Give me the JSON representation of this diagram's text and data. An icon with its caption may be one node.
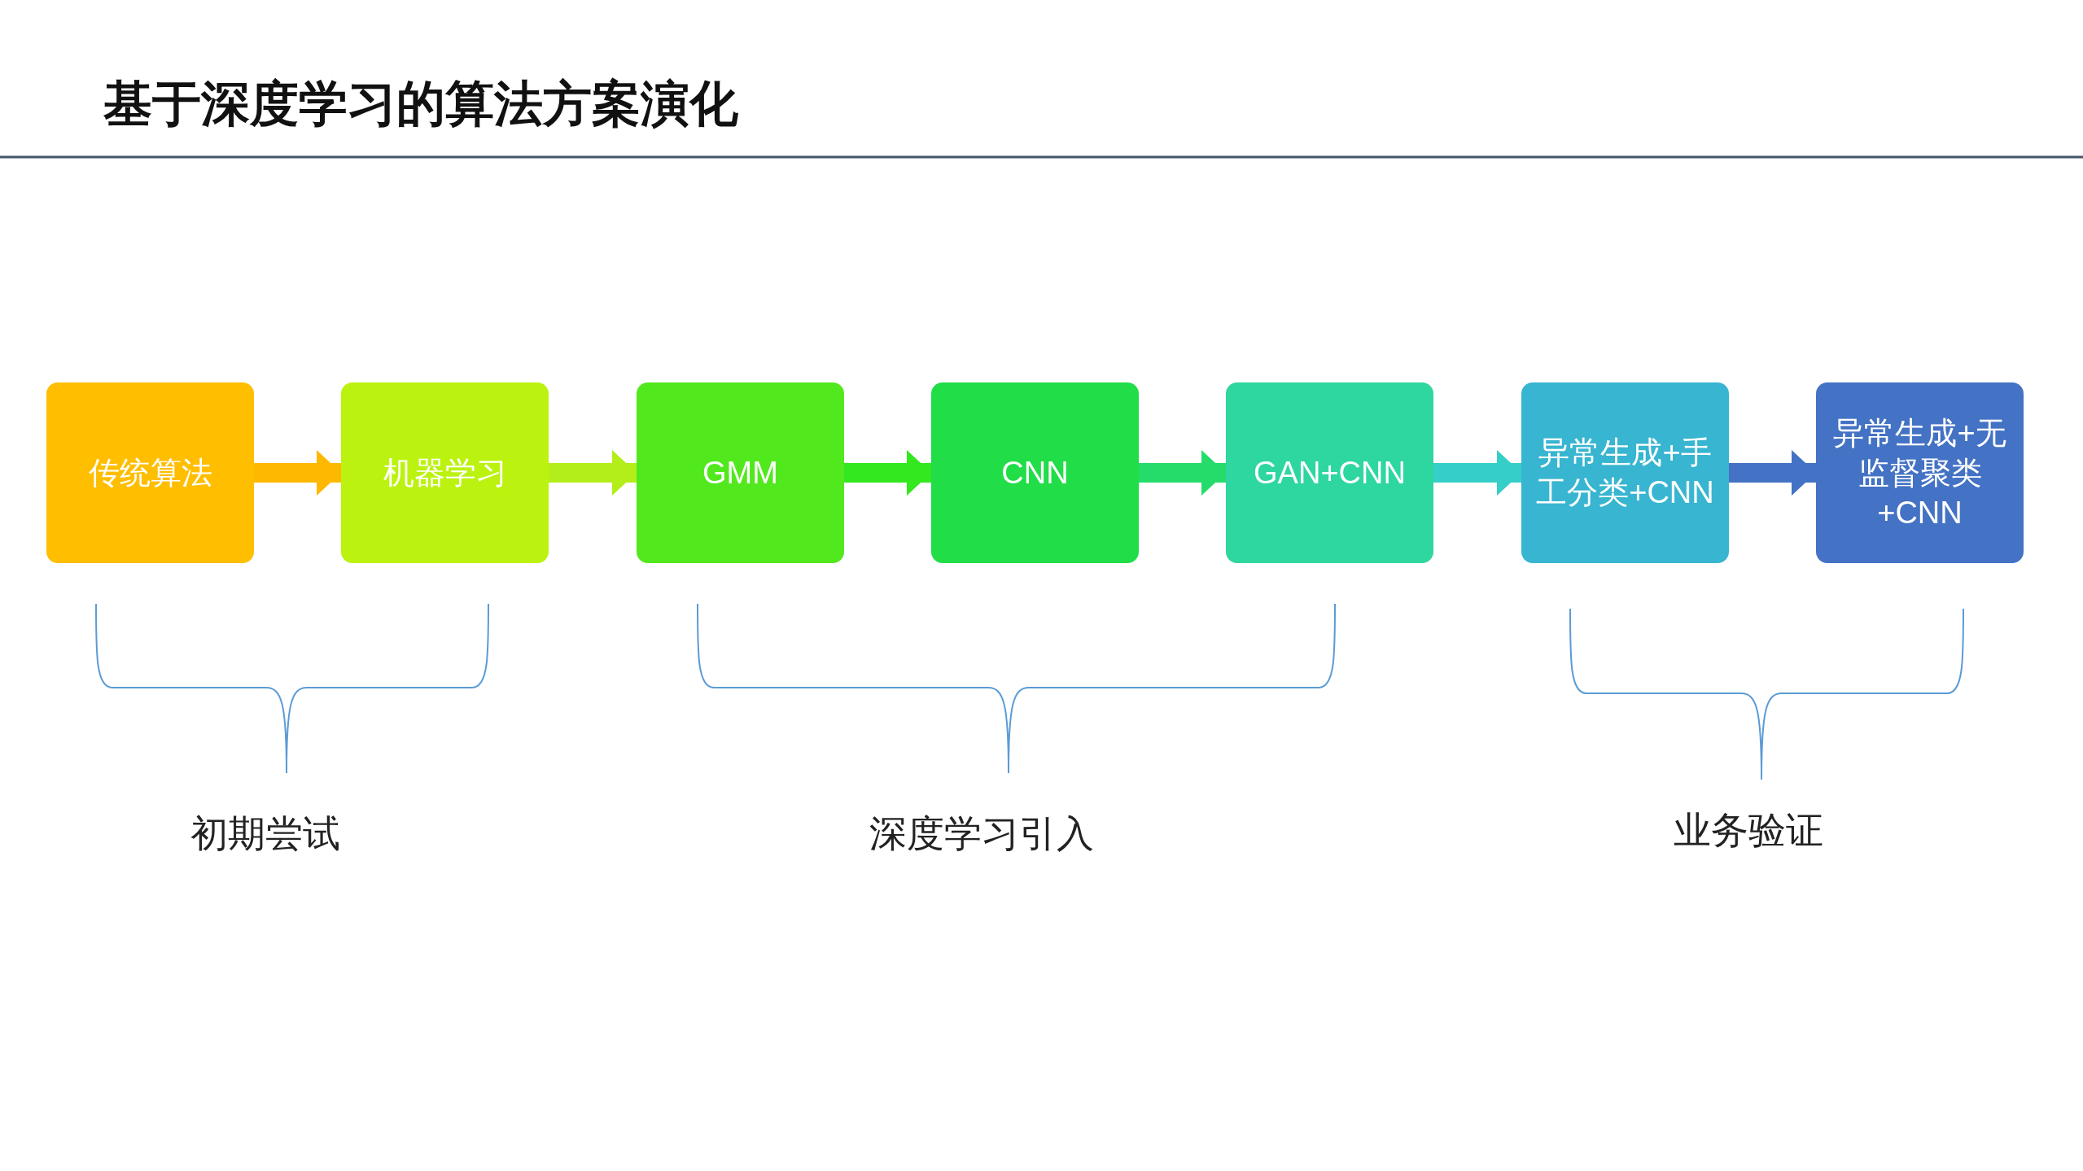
{
  "diagram": {
    "title": "基于深度学习的算法方案演化",
    "nodes": [
      {
        "text": [
          "传统算法"
        ]
      },
      {
        "text": [
          "机器学习"
        ]
      },
      {
        "text": [
          "GMM"
        ]
      },
      {
        "text": [
          "CNN"
        ]
      },
      {
        "text": [
          "GAN+CNN"
        ]
      },
      {
        "text": [
          "异常生成+手工分类+CNN"
        ]
      },
      {
        "text": [
          "异常生成+无监督聚类+CNN"
        ]
      }
    ],
    "edges": [
      {
        "from": 0,
        "to": 1,
        "arrow": "to",
        "color": "#ffb800"
      },
      {
        "from": 1,
        "to": 2,
        "arrow": "to",
        "color": "#b3ee1a"
      },
      {
        "from": 2,
        "to": 3,
        "arrow": "to",
        "color": "#33e81e"
      },
      {
        "from": 3,
        "to": 4,
        "arrow": "to",
        "color": "#25dc6a"
      },
      {
        "from": 4,
        "to": 5,
        "arrow": "to",
        "color": "#35cfc8"
      },
      {
        "from": 5,
        "to": 6,
        "arrow": "to",
        "color": "#4472c4"
      }
    ],
    "labels": [
      "初期尝试",
      "深度学习引入",
      "业务验证"
    ]
  }
}
